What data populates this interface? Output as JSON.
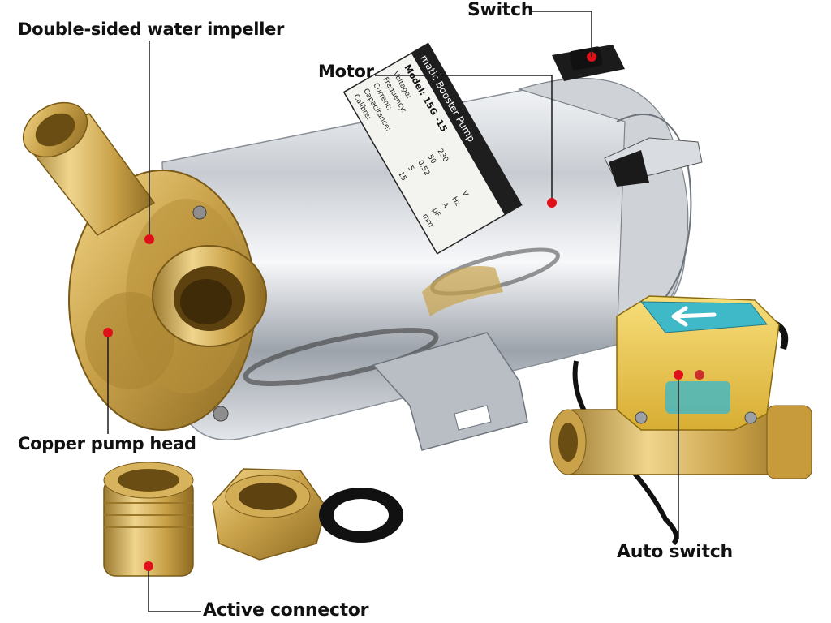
{
  "callouts": {
    "impeller": "Double-sided water impeller",
    "switch": "Switch",
    "motor": "Motor",
    "pump_head": "Copper pump head",
    "auto_switch": "Auto switch",
    "active_connector": "Active connector"
  },
  "nameplate": {
    "model": "Model: 15G -15",
    "title": "matic Booster Pump",
    "rows": [
      {
        "label": "Voltage:",
        "value": "230",
        "unit": "V"
      },
      {
        "label": "Frequency:",
        "value": "50",
        "unit": "Hz"
      },
      {
        "label": "Current:",
        "value": "0.52",
        "unit": "A"
      },
      {
        "label": "Capacitance:",
        "value": "5",
        "unit": "µF"
      },
      {
        "label": "Calibre:",
        "value": "15",
        "unit": "mm"
      }
    ]
  },
  "colors": {
    "brass": "#c9a24a",
    "chrome": "#d9dde2",
    "marker": "#e0101a",
    "flow_switch_yellow": "#f2cf58",
    "flow_switch_teal": "#3fb8c8"
  }
}
